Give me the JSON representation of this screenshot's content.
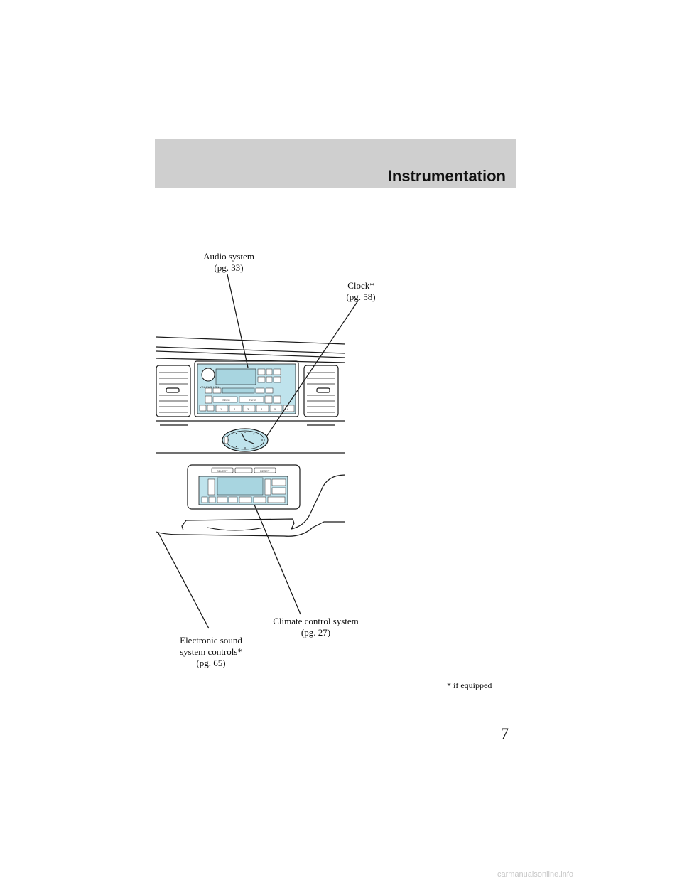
{
  "header": {
    "title": "Instrumentation"
  },
  "callouts": {
    "audio": {
      "line1": "Audio system",
      "line2": "(pg. 33)"
    },
    "clock": {
      "line1": "Clock*",
      "line2": "(pg. 58)"
    },
    "climate": {
      "line1": "Climate control system",
      "line2": "(pg. 27)"
    },
    "sound": {
      "line1": "Electronic sound",
      "line2": "system controls*",
      "line3": "(pg. 65)"
    }
  },
  "radio": {
    "vol_label": "VOL PUSH ON",
    "tune_label": "TUNE",
    "seek_label": "SEEK",
    "presets": [
      "1",
      "2",
      "3",
      "4",
      "5",
      "6"
    ]
  },
  "climate_panel": {
    "select_label": "SELECT",
    "reset_label": "RESET"
  },
  "footnote": "* if equipped",
  "page_number": "7",
  "watermark": "carmanualsonline.info",
  "colors": {
    "band": "#cfcfcf",
    "panel": "#bfe3ec",
    "line": "#1a1a1a"
  }
}
